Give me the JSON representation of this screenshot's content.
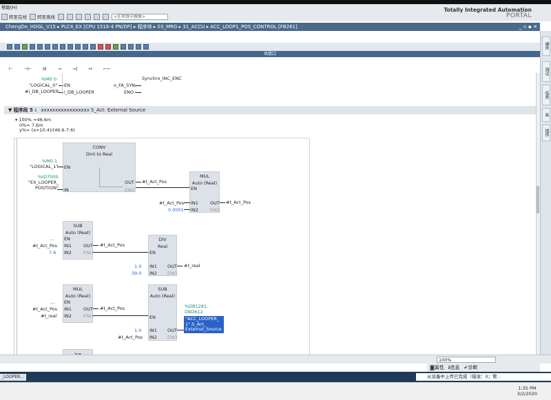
{
  "menu": {
    "help": "帮助(H)"
  },
  "toolbar": {
    "go_offline": "转至在线",
    "go_online": "转至离线",
    "search_placeholder": "<在项目中搜索>"
  },
  "brand": {
    "line1": "Totally Integrated Automation",
    "line2": "PORTAL"
  },
  "breadcrumb": {
    "path": "ChengDe_HDGL_V15 ▸ PLC4_EX [CPU 1518-4 PN/DP] ▸ 程序块 ▸ 03_MRG ▸ 31_ACCU ▸ ACC_LOOP1_POS_CONTROL [FB261]",
    "window_buttons": "_ ▫ ▪ ✕"
  },
  "blockbar": {
    "label": "块接口"
  },
  "lad_toolbar": [
    "⊢",
    "⊣⊢",
    "⊟",
    "⊸",
    "⊸|",
    "↦",
    "⌐⌐"
  ],
  "right_tabs": [
    "硬件",
    "测试",
    "任务",
    "库",
    "插件"
  ],
  "network_prev": {
    "tag1": "%M0.0",
    "tag1_name": "\"LOGICAL_0\"",
    "en": "EN",
    "in_param": "#i_DB_LOOPER",
    "in_pin": "i_DB_LOOPER",
    "out_pin": "o_FA_SYN",
    "out_param": "Synchro_INC_ENC",
    "eno": "ENO"
  },
  "network5": {
    "title": "程序段 5 :",
    "comment": "xxxxxxxxxxxxxxxxx  S_Act: External Source",
    "notes": [
      "100% =46.6m",
      "0%= 7.6m",
      "y%= (x=10.4)/(46.6-7.6)"
    ]
  },
  "blocks": {
    "conv": {
      "title": "CONV",
      "subtitle": "Dint  to  Real",
      "en": "EN",
      "in": "IN",
      "out": "OUT",
      "eno": "ENO",
      "en_tag": "%M0.1",
      "en_name": "\"LOGICAL_1\"",
      "in_tag": "%ID7000",
      "in_name1": "\"EX_LOOPER_",
      "in_name2": "POSITION\"",
      "out_var": "#t_Act_Pos"
    },
    "mul1": {
      "title": "MUL",
      "subtitle": "Auto (Real)",
      "en": "EN",
      "in1": "IN1",
      "in2": "IN2",
      "out": "OUT",
      "eno": "ENO",
      "in1_var": "#t_Act_Pos",
      "in2_val": "0.0001",
      "out_var": "#t_Act_Pos"
    },
    "sub1": {
      "title": "SUB",
      "subtitle": "Auto (Real)",
      "en": "EN",
      "in1": "IN1",
      "in2": "IN2",
      "out": "OUT",
      "eno": "ENO",
      "en_val": "...",
      "in1_var": "#t_Act_Pos",
      "in2_val": "7.6",
      "out_var": "#t_Act_Pos"
    },
    "div": {
      "title": "DIV",
      "subtitle": "Real",
      "en": "EN",
      "in1": "IN1",
      "in2": "IN2",
      "out": "OUT",
      "eno": "ENO",
      "in1_val": "1.0",
      "in2_val": "39.0",
      "out_var": "#t_real"
    },
    "mul2": {
      "title": "MUL",
      "subtitle": "Auto (Real)",
      "en": "EN",
      "in1": "IN1",
      "in2": "IN2",
      "out": "OUT",
      "eno": "ENO",
      "en_val": "...",
      "in1_var": "#t_Act_Pos",
      "in2_var": "#t_real",
      "out_var": "#t_Act_Pos"
    },
    "sub2": {
      "title": "SUB",
      "subtitle": "Auto (Real)",
      "en": "EN",
      "in1": "IN1",
      "in2": "IN2",
      "out": "OUT",
      "eno": "ENO",
      "in1_val": "1.0",
      "in2_var": "#t_Act_Pos",
      "out_tag1": "%DB1281.",
      "out_tag2": "DBD612",
      "out_sel1": "\"ACC_LOOPER_",
      "out_sel2": "1\".S_Act_",
      "out_sel3": "External_Source"
    },
    "ge": {
      "title": ">="
    }
  },
  "bottom": {
    "zoom": "100%"
  },
  "inspector": {
    "properties": "属性",
    "info": "信息",
    "diagnostics": "诊断"
  },
  "task_tab": "_LOOPER...",
  "status": "从设备中上传已完成（错误：0；警...",
  "clock": {
    "time": "1:35 PM",
    "date": "3/2/2020"
  }
}
